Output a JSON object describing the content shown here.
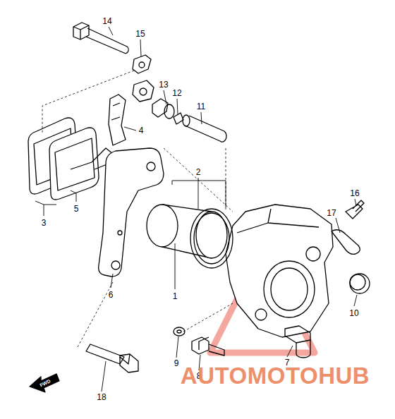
{
  "diagram": {
    "labels": [
      "14",
      "15",
      "13",
      "12",
      "11",
      "4",
      "3",
      "5",
      "2",
      "16",
      "17",
      "1",
      "6",
      "10",
      "9",
      "7",
      "8",
      "18",
      "FWD",
      "AUTOMOTOHUB"
    ]
  }
}
